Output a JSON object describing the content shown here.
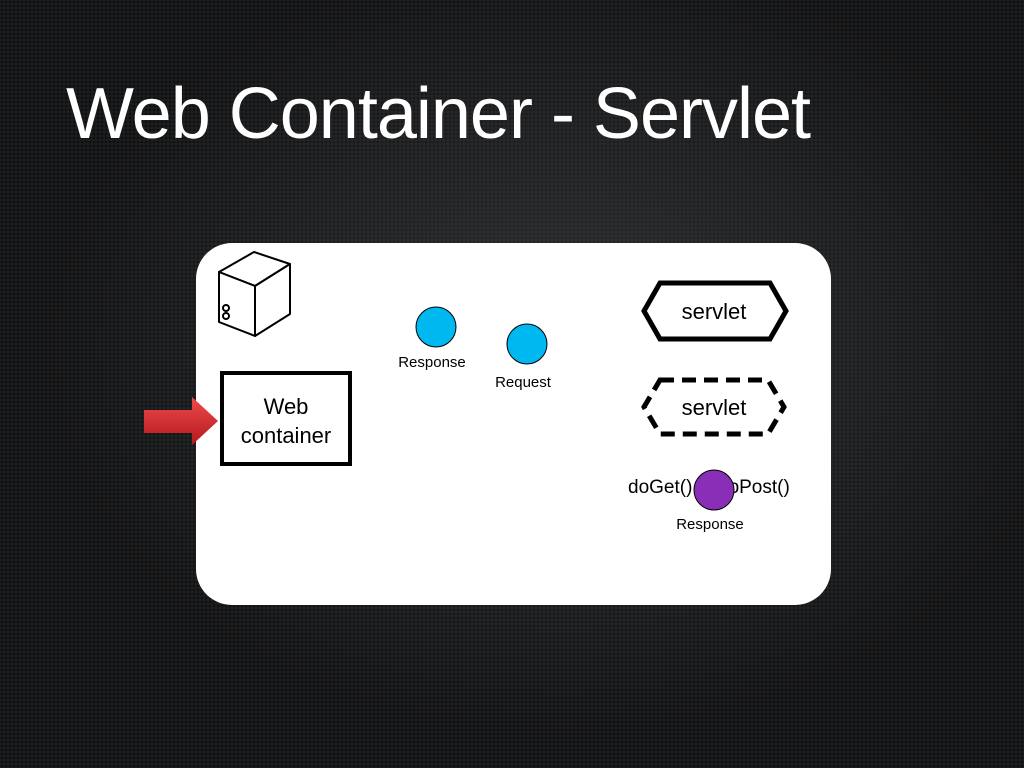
{
  "slide": {
    "title": "Web Container - Servlet"
  },
  "diagram": {
    "web_container_label_line1": "Web",
    "web_container_label_line2": "container",
    "response_token_label": "Response",
    "request_token_label": "Request",
    "servlet_label": "servlet",
    "servlet_instance_label": "servlet",
    "doget_label": "doGet()",
    "dopost_label": "doPost()",
    "servlet_response_label": "Response",
    "icons": {
      "server": "server-icon",
      "arrow": "arrow-right-icon"
    },
    "colors": {
      "token_cyan": "#00b8f0",
      "token_purple": "#8a2eb8",
      "arrow_red": "#d9262b",
      "panel": "#ffffff"
    }
  }
}
